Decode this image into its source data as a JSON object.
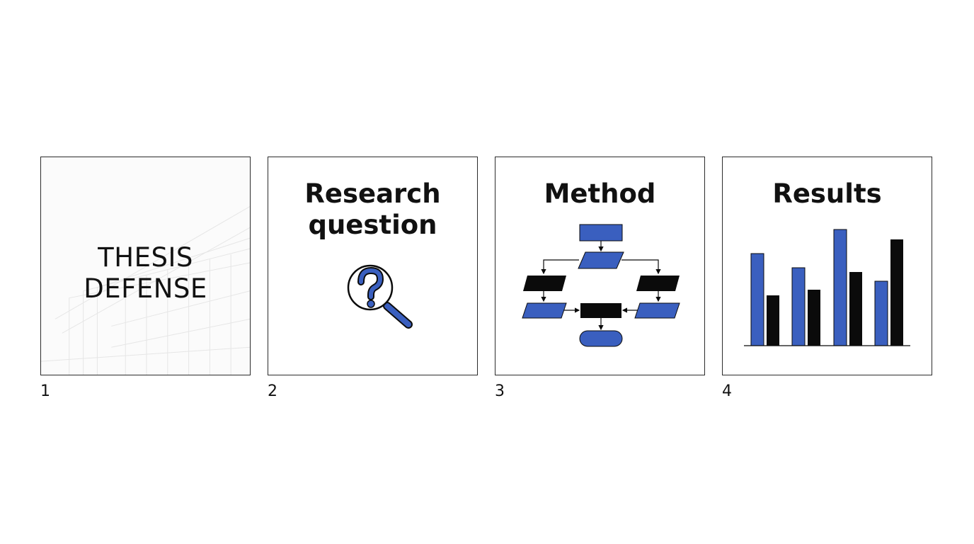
{
  "slides": [
    {
      "number": "1",
      "title_lines": [
        "THESIS",
        "DEFENSE"
      ]
    },
    {
      "number": "2",
      "title_lines": [
        "Research",
        "question"
      ],
      "icon": "magnifier-question-icon"
    },
    {
      "number": "3",
      "title_lines": [
        "Method"
      ],
      "icon": "flowchart-icon"
    },
    {
      "number": "4",
      "title_lines": [
        "Results"
      ],
      "icon": "bar-chart-icon"
    }
  ],
  "colors": {
    "accent_blue": "#3a5fbf",
    "dark": "#0b0b0b",
    "border": "#2b2b2b"
  }
}
